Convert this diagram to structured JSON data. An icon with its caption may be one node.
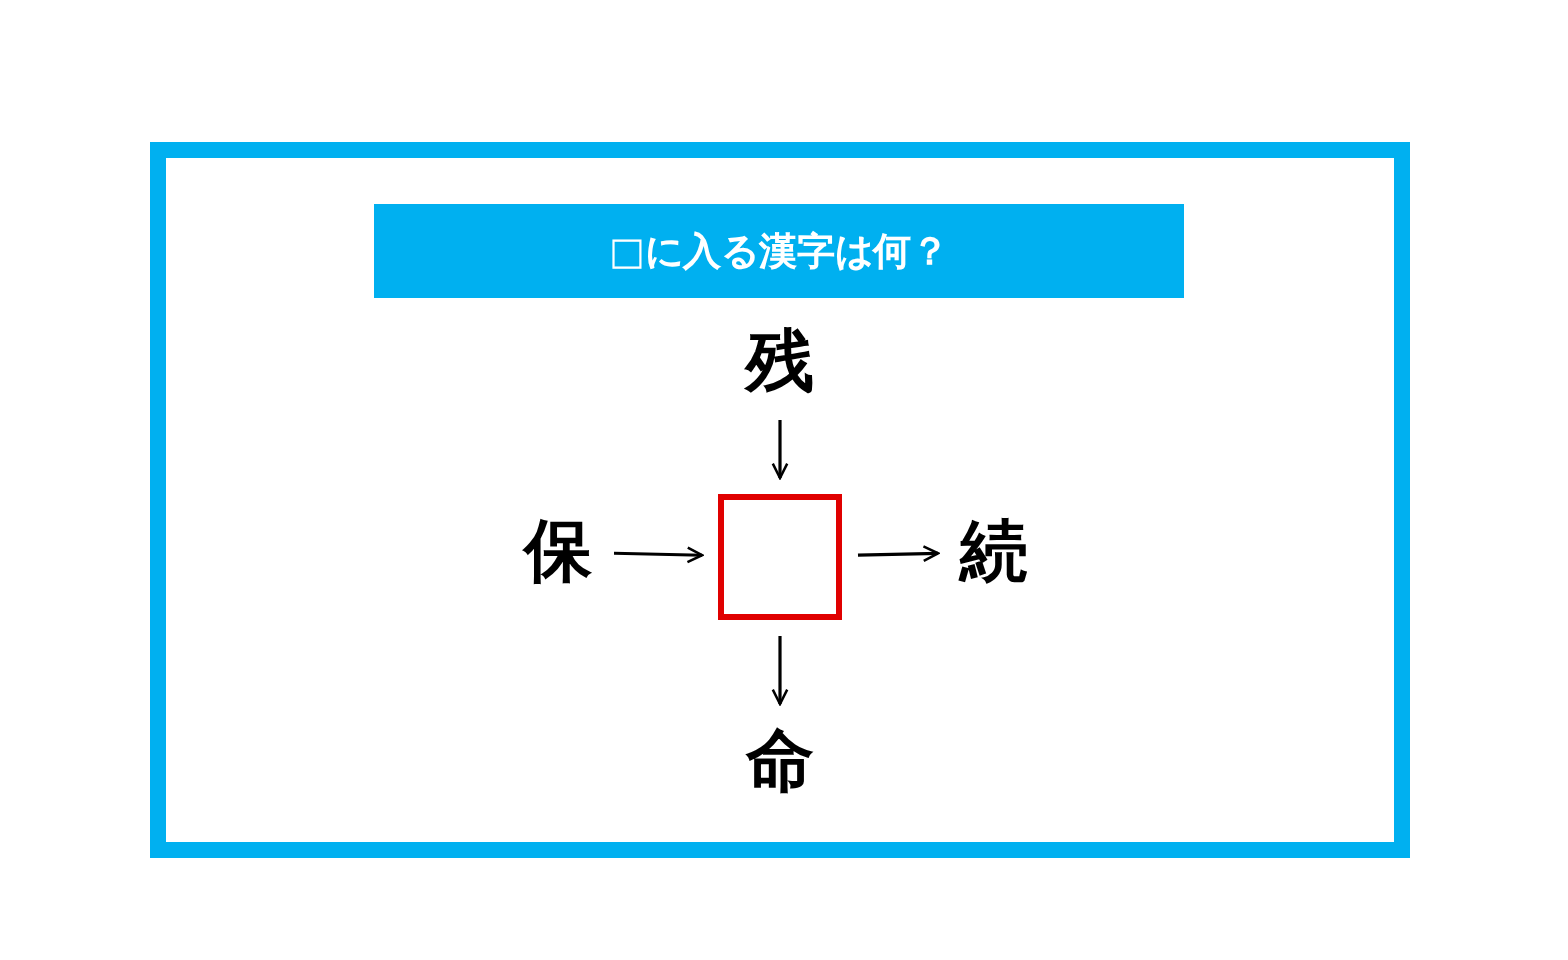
{
  "diagram": {
    "title": "□に入る漢字は何？",
    "nodes": [
      {
        "text": [
          "残"
        ]
      },
      {
        "text": [
          "保"
        ]
      },
      {
        "text": [],
        "shape": "box"
      },
      {
        "text": [
          "続"
        ]
      },
      {
        "text": [
          "命"
        ]
      }
    ],
    "edges": [
      {
        "from": 0,
        "to": 2,
        "arrow": "to"
      },
      {
        "from": 1,
        "to": 2,
        "arrow": "to"
      },
      {
        "from": 2,
        "to": 3,
        "arrow": "to"
      },
      {
        "from": 2,
        "to": 4,
        "arrow": "to"
      }
    ]
  }
}
